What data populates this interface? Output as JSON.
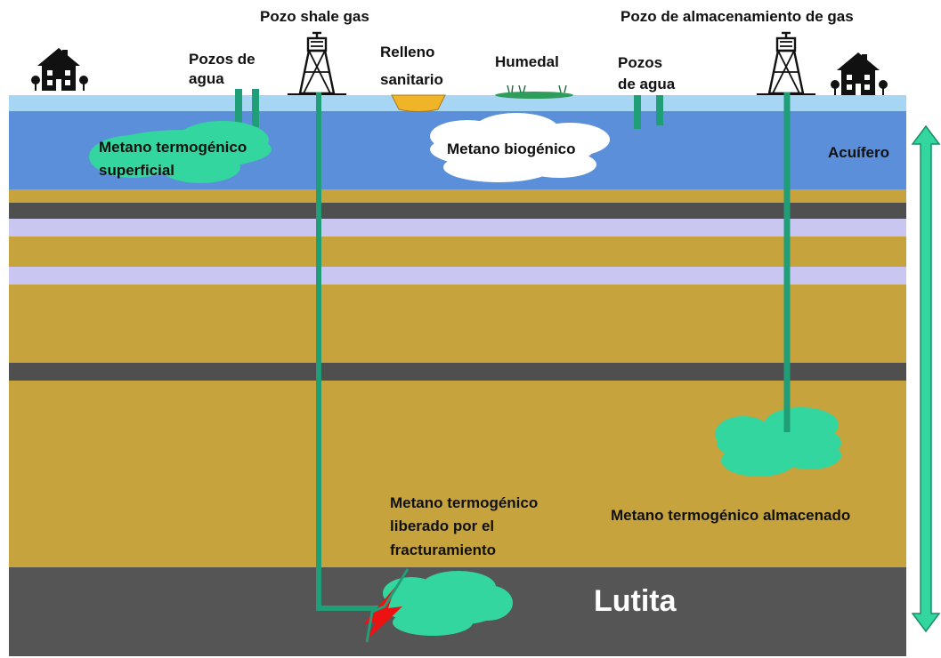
{
  "labels": {
    "shale_well": "Pozo shale gas",
    "storage_well": "Pozo de almacenamiento de gas",
    "water_wells_left_1": "Pozos de",
    "water_wells_left_2": "agua",
    "landfill_1": "Relleno",
    "landfill_2": "sanitario",
    "wetland": "Humedal",
    "water_wells_right_1": "Pozos",
    "water_wells_right_2": "de agua",
    "shallow_methane_1": "Metano termogénico",
    "shallow_methane_2": "superficial",
    "biogenic_methane": "Metano biogénico",
    "aquifer": "Acuífero",
    "released_methane_1": "Metano termogénico",
    "released_methane_2": "liberado por el",
    "released_methane_3": "fracturamiento",
    "stored_methane": "Metano termogénico almacenado",
    "shale": "Lutita"
  },
  "colors": {
    "aquifer": "#5b8fd9",
    "surface_water": "#a7d6f5",
    "sediment": "#c6a33c",
    "dark_layer": "#4f4f4f",
    "lavender_layer": "#c9c7f2",
    "shale": "#555555",
    "well_pipe": "#1f9e78",
    "methane_cloud": "#33d69e",
    "biogenic_cloud": "#ffffff",
    "fracture": "#ee1111",
    "landfill": "#f0b429",
    "wetland": "#2e9c5a"
  }
}
